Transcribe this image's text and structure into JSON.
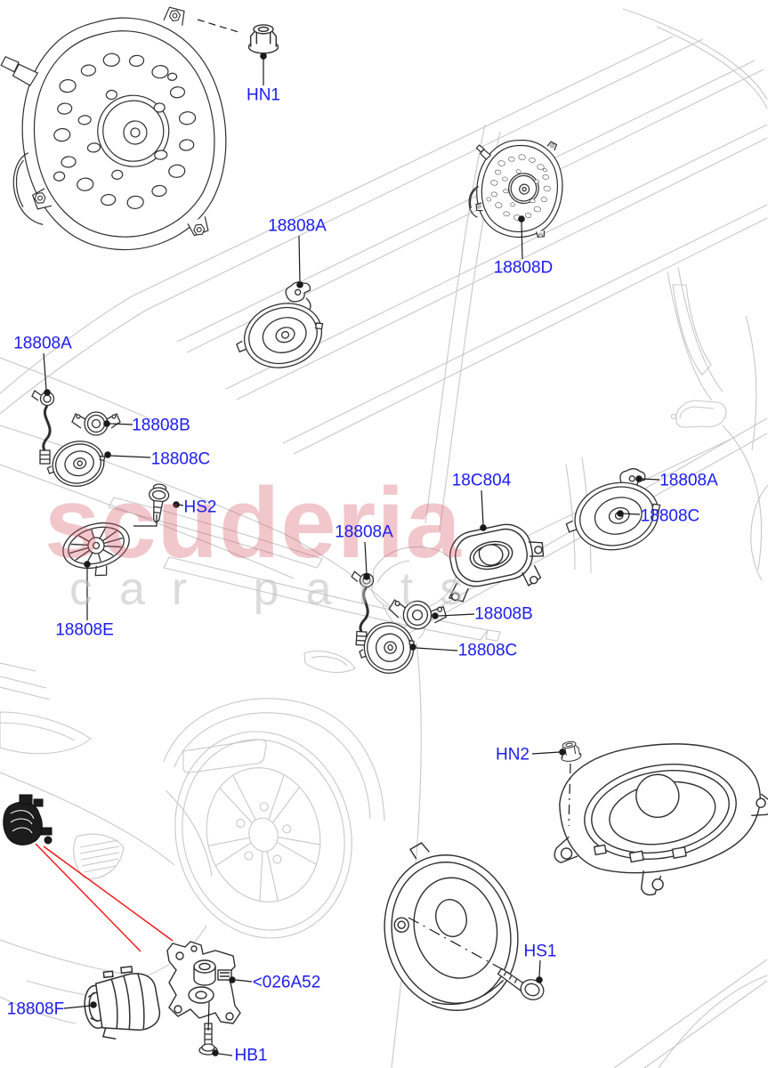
{
  "page": {
    "background": "#ffffff"
  },
  "colors": {
    "label_blue": "#1c1cf0",
    "part_line": "#2f2f2f",
    "body_line": "#c8c8c8",
    "red_leader": "#f01414",
    "watermark_pink": "#e7a8b2",
    "watermark_gray": "#d9d9d9"
  },
  "watermark": {
    "brand": "scuderia",
    "tagline": "car parts"
  },
  "callouts": [
    {
      "id": "hn1",
      "text": "HN1"
    },
    {
      "id": "18808a-top",
      "text": "18808A"
    },
    {
      "id": "18808d",
      "text": "18808D"
    },
    {
      "id": "18808a-left",
      "text": "18808A"
    },
    {
      "id": "18808b-left",
      "text": "18808B"
    },
    {
      "id": "18808c-left",
      "text": "18808C"
    },
    {
      "id": "hs2",
      "text": "HS2"
    },
    {
      "id": "18c804",
      "text": "18C804"
    },
    {
      "id": "18808a-right",
      "text": "18808A"
    },
    {
      "id": "18808c-right",
      "text": "18808C"
    },
    {
      "id": "18808a-mid",
      "text": "18808A"
    },
    {
      "id": "18808b-mid",
      "text": "18808B"
    },
    {
      "id": "18808c-mid",
      "text": "18808C"
    },
    {
      "id": "18808e",
      "text": "18808E"
    },
    {
      "id": "hn2",
      "text": "HN2"
    },
    {
      "id": "hs1",
      "text": "HS1"
    },
    {
      "id": "026a52",
      "text": "<026A52"
    },
    {
      "id": "18808f",
      "text": "18808F"
    },
    {
      "id": "hb1",
      "text": "HB1"
    }
  ]
}
